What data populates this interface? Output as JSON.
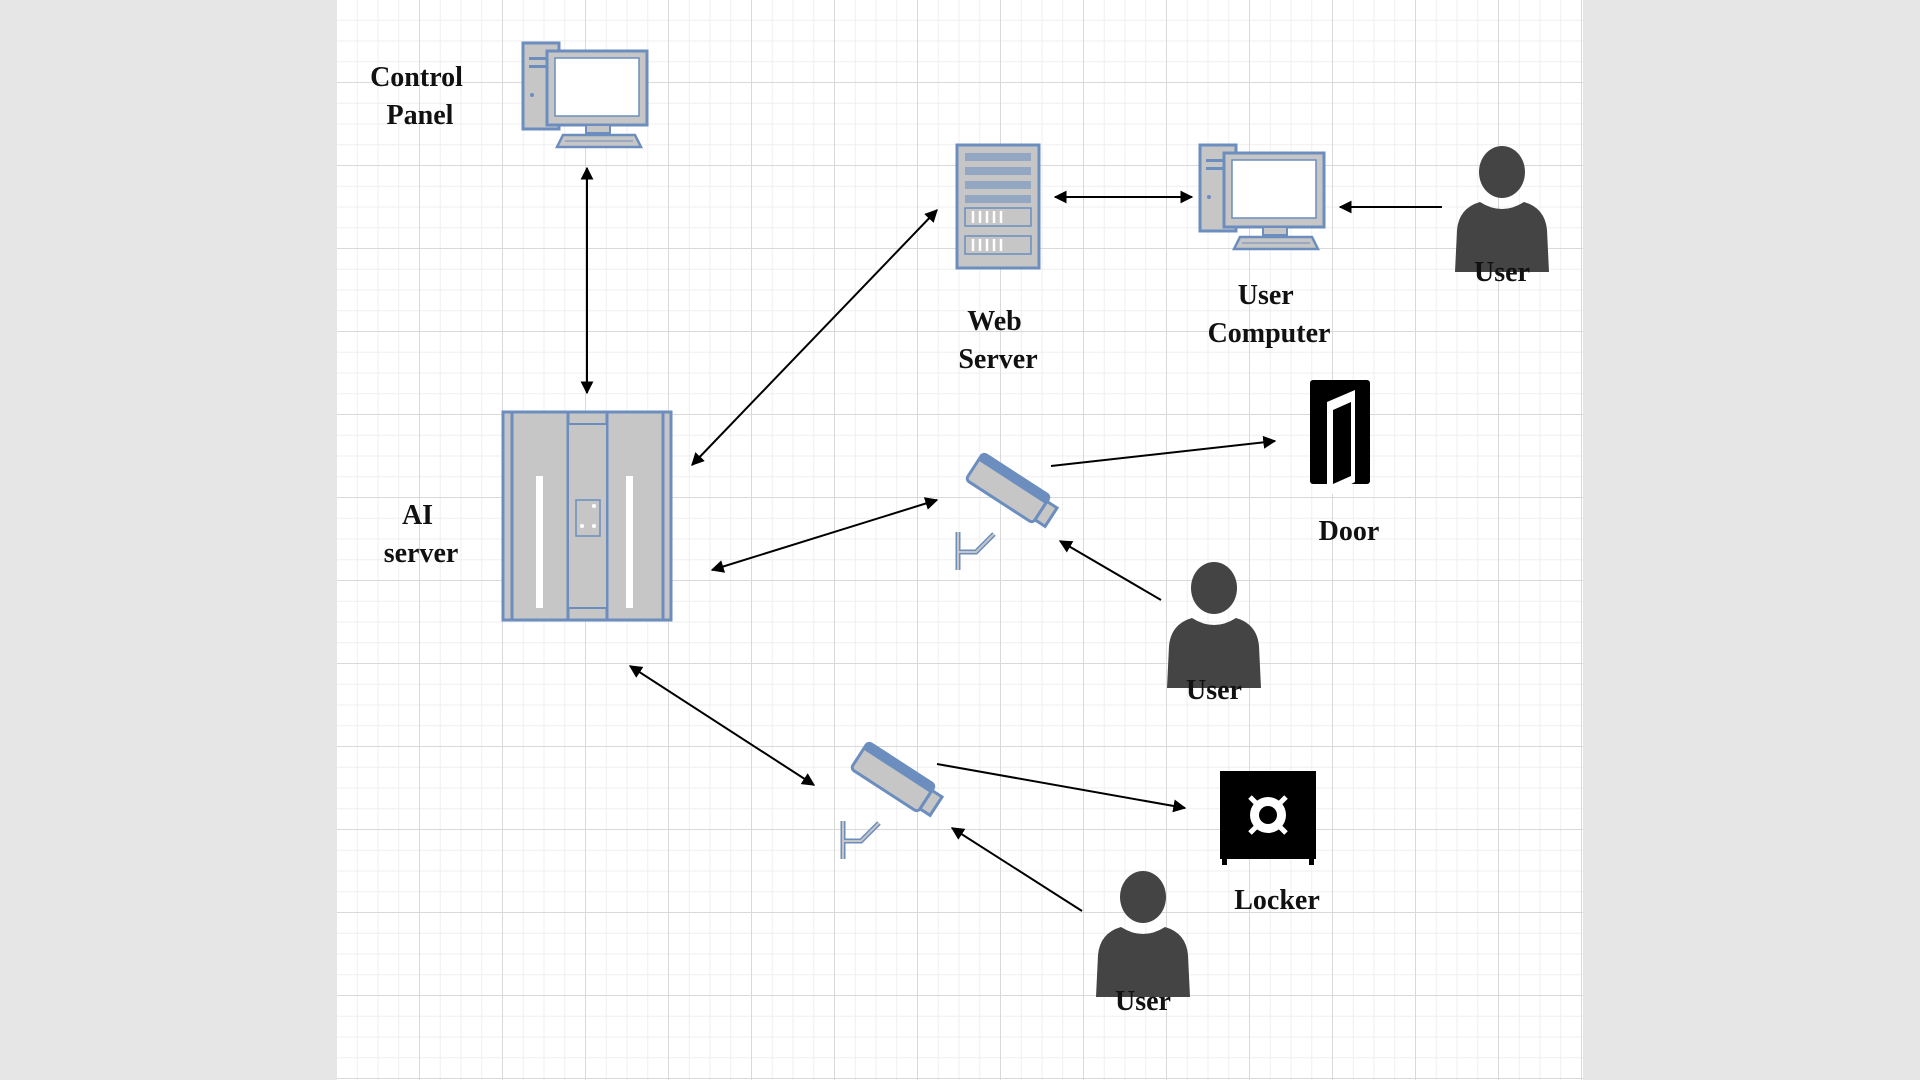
{
  "labels": {
    "control_panel": [
      "Control",
      "Panel"
    ],
    "ai_server": [
      "AI",
      "server"
    ],
    "web_server": [
      "Web",
      "Server"
    ],
    "user_computer": [
      "User",
      "Computer"
    ],
    "user_top": "User",
    "door": "Door",
    "user_middle": "User",
    "locker": "Locker",
    "user_bottom": "User"
  },
  "colors": {
    "device_fill": "#c6c6c6",
    "device_stroke": "#6c8ebf",
    "person": "#444444",
    "arrow": "#000000"
  },
  "icons": [
    "desktop-computer-icon",
    "server-rack-icon",
    "mainframe-icon",
    "security-camera-icon",
    "user-icon",
    "door-icon",
    "locker-icon"
  ]
}
